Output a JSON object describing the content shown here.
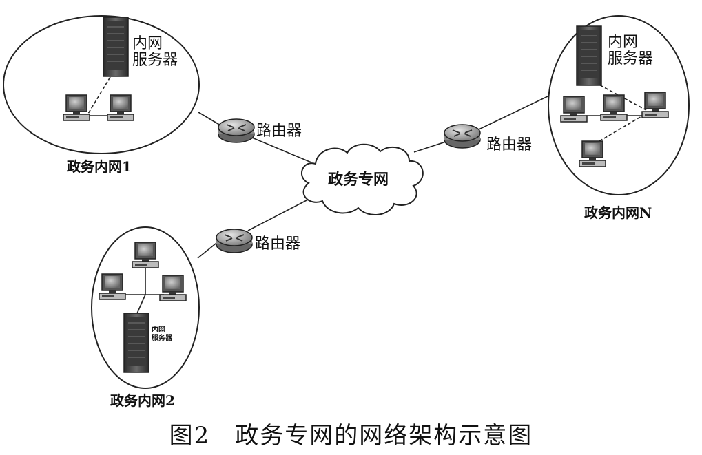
{
  "caption": "图2　政务专网的网络架构示意图",
  "cloud_label": "政务专网",
  "router_label": "路由器",
  "networks": {
    "net1": {
      "label": "政务内网1",
      "server_label": "内网\n服务器"
    },
    "net2": {
      "label": "政务内网2",
      "server_label": "内网\n服务器"
    },
    "netN": {
      "label": "政务内网N",
      "server_label": "内网\n服务器"
    }
  }
}
